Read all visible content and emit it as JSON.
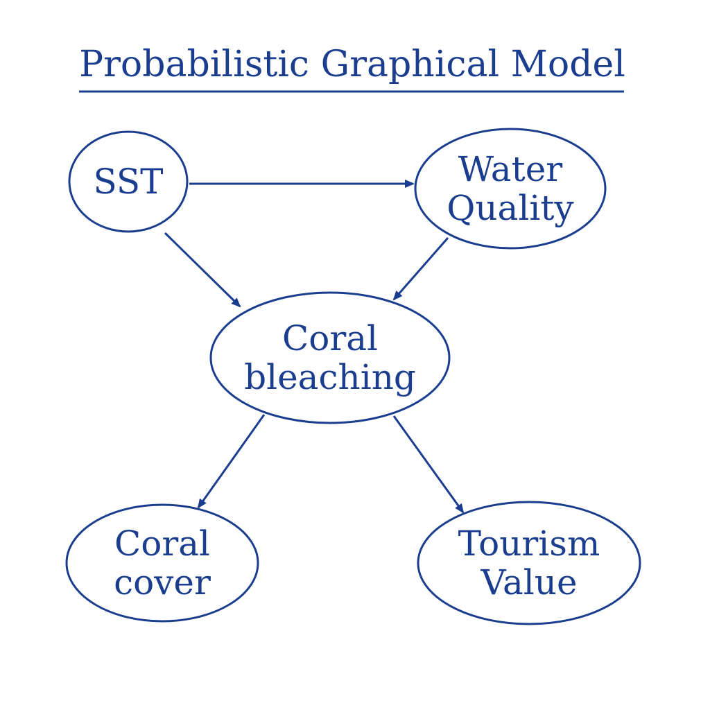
{
  "title": "Probabilistic Graphical Model",
  "colors": {
    "ink": "#1a3d8f",
    "background": "#ffffff"
  },
  "nodes": [
    {
      "id": "sst",
      "lines": [
        "SST"
      ]
    },
    {
      "id": "water-quality",
      "lines": [
        "Water",
        "Quality"
      ]
    },
    {
      "id": "coral-bleaching",
      "lines": [
        "Coral",
        "bleaching"
      ]
    },
    {
      "id": "coral-cover",
      "lines": [
        "Coral",
        "cover"
      ]
    },
    {
      "id": "tourism-value",
      "lines": [
        "Tourism",
        "Value"
      ]
    }
  ],
  "edges": [
    {
      "from": "sst",
      "to": "water-quality"
    },
    {
      "from": "sst",
      "to": "coral-bleaching"
    },
    {
      "from": "water-quality",
      "to": "coral-bleaching"
    },
    {
      "from": "coral-bleaching",
      "to": "coral-cover"
    },
    {
      "from": "coral-bleaching",
      "to": "tourism-value"
    }
  ]
}
